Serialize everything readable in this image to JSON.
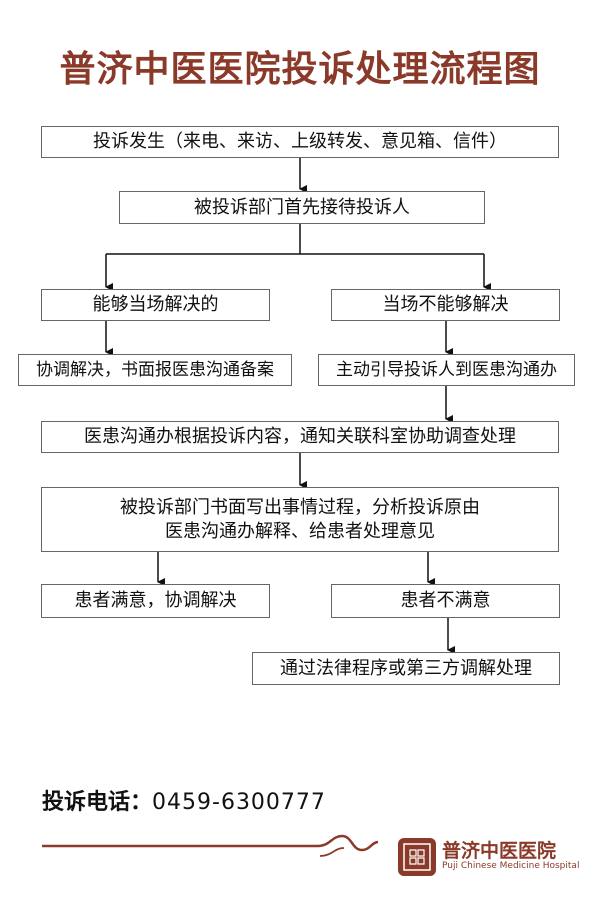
{
  "title": "普济中医医院投诉处理流程图",
  "boxes": {
    "b1": "投诉发生（来电、来访、上级转发、意见箱、信件）",
    "b2": "被投诉部门首先接待投诉人",
    "b3_left": "能够当场解决的",
    "b3_right": "当场不能够解决",
    "b4_left": "协调解决，书面报医患沟通备案",
    "b4_right": "主动引导投诉人到医患沟通办",
    "b5": "医患沟通办根据投诉内容，通知关联科室协助调查处理",
    "b6_line1": "被投诉部门书面写出事情过程，分析投诉原由",
    "b6_line2": "医患沟通办解释、给患者处理意见",
    "b7_left": "患者满意，协调解决",
    "b7_right": "患者不满意",
    "b8": "通过法律程序或第三方调解处理"
  },
  "footer": {
    "phone_label": "投诉电话：",
    "phone_number": "0459-6300777",
    "brand_name": "普济中医医院",
    "brand_english": "Puji Chinese Medicine Hospital"
  },
  "colors": {
    "accent": "#8B3A2A",
    "border": "#666666"
  }
}
